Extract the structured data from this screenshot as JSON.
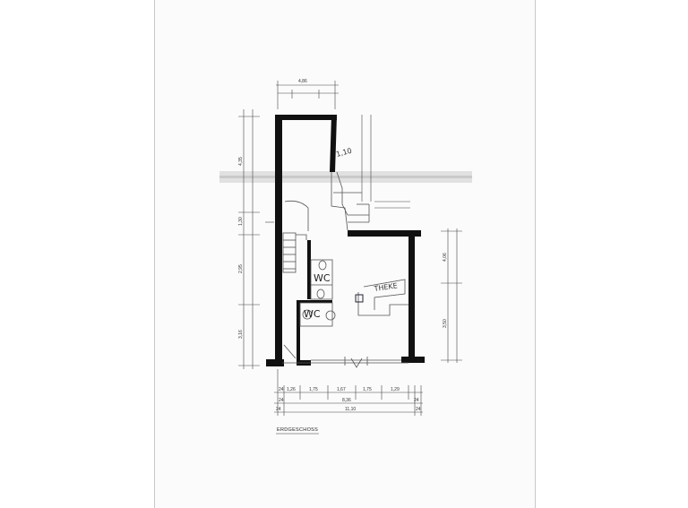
{
  "floor_label": "ERDGESCHOSS",
  "room_labels": {
    "wc_upper": "WC",
    "wc_lower": "WC",
    "counter": "THEKE",
    "width_note": "1,10"
  },
  "dimensions": {
    "top_width": "4,86",
    "bottom_row1": [
      "24",
      "1,26",
      "1,75",
      "1,67",
      "1,75",
      "1,29"
    ],
    "bottom_row2": [
      "24",
      "8,36",
      "24"
    ],
    "bottom_row3": [
      "24",
      "11,10",
      "24"
    ],
    "left_column": [
      "4,35",
      "1,30",
      "2,95",
      "3,16"
    ],
    "right_column": [
      "4,06",
      "3,50"
    ]
  },
  "colors": {
    "wall": "#111111",
    "line": "#555555",
    "fold_shadow": "#cfcfcf"
  }
}
